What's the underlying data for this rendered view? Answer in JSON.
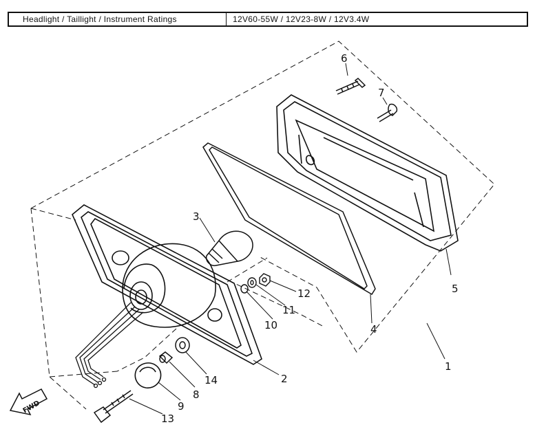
{
  "spec": {
    "label": "Headlight / Taillight / Instrument Ratings",
    "value": "12V60-55W / 12V23-8W / 12V3.4W"
  },
  "callouts": {
    "p1": "1",
    "p2": "2",
    "p3": "3",
    "p4": "4",
    "p5": "5",
    "p6": "6",
    "p7": "7",
    "p8": "8",
    "p9": "9",
    "p10": "10",
    "p11": "11",
    "p12": "12",
    "p13": "13",
    "p14": "14"
  },
  "fwd_label": "FWD"
}
